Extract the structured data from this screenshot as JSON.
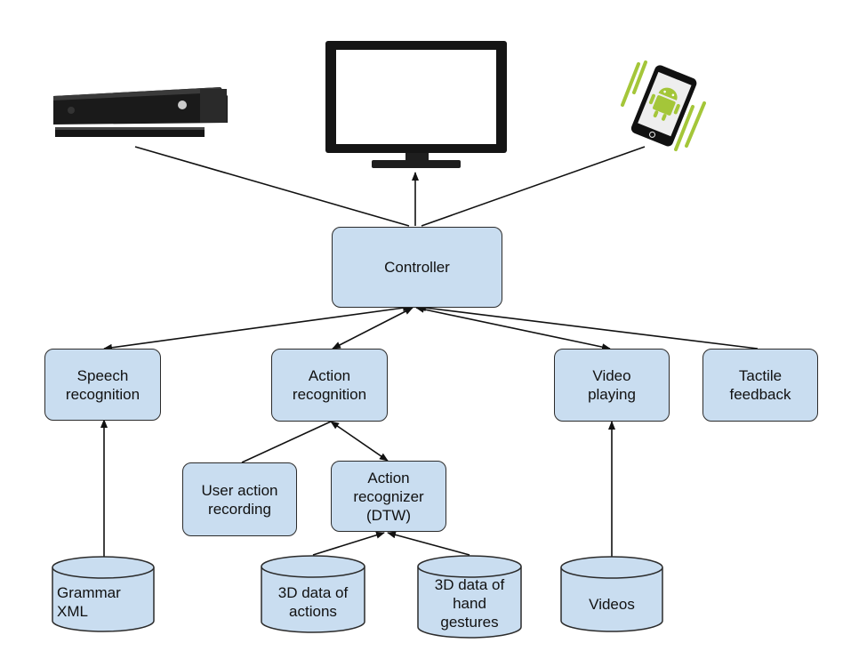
{
  "nodes": {
    "controller": "Controller",
    "speech_recognition": "Speech\nrecognition",
    "action_recognition": "Action\nrecognition",
    "video_playing": "Video\nplaying",
    "tactile_feedback": "Tactile\nfeedback",
    "user_action_recording": "User action\nrecording",
    "action_recognizer": "Action\nrecognizer\n(DTW)"
  },
  "datastores": {
    "grammar_xml": "Grammar\nXML",
    "actions_3d": "3D data of\nactions",
    "hand_gestures_3d": "3D data of\nhand\ngestures",
    "videos": "Videos"
  },
  "devices": [
    "kinect-sensor-icon",
    "tv-monitor-icon",
    "android-phone-icon"
  ],
  "colors": {
    "node_fill": "#c9ddf0",
    "stroke": "#2b2b2b",
    "android_green": "#a4c639"
  }
}
